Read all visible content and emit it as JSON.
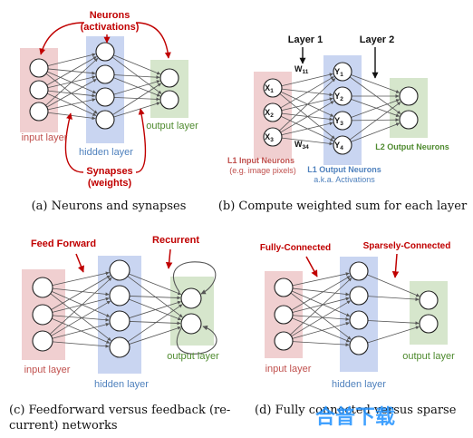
{
  "colors": {
    "input_fill": "#f0cfd0",
    "hidden_fill": "#c9d5f1",
    "output_fill": "#d6e6cc",
    "input_text": "#c0504d",
    "hidden_text": "#4f81bd",
    "output_text": "#4e8a2e",
    "annotation": "#c00000",
    "edge": "#555555"
  },
  "panel_a": {
    "neurons_label_line1": "Neurons",
    "neurons_label_line2": "(activations)",
    "synapses_label_line1": "Synapses",
    "synapses_label_line2": "(weights)",
    "input_layer": "input layer",
    "hidden_layer": "hidden layer",
    "output_layer": "output layer",
    "caption": "(a) Neurons and synapses"
  },
  "panel_b": {
    "layer1": "Layer 1",
    "layer2": "Layer 2",
    "w11": "W",
    "w11_sub": "11",
    "w34": "W",
    "w34_sub": "34",
    "x_nodes": [
      {
        "base": "X",
        "sub": "1"
      },
      {
        "base": "X",
        "sub": "2"
      },
      {
        "base": "X",
        "sub": "3"
      }
    ],
    "y_nodes": [
      {
        "base": "Y",
        "sub": "1"
      },
      {
        "base": "Y",
        "sub": "2"
      },
      {
        "base": "Y",
        "sub": "3"
      },
      {
        "base": "Y",
        "sub": "4"
      }
    ],
    "l1_input_line1": "L1 Input Neurons",
    "l1_input_line2": "(e.g. image pixels)",
    "l1_output_line1": "L1 Output Neurons",
    "l1_output_line2": "a.k.a. Activations",
    "l2_output": "L2 Output Neurons",
    "caption": "(b) Compute weighted sum for each layer"
  },
  "panel_c": {
    "feed_forward": "Feed Forward",
    "recurrent": "Recurrent",
    "input_layer": "input layer",
    "hidden_layer": "hidden layer",
    "output_layer": "output layer",
    "caption_line1": "(c) Feedforward versus feedback (re-",
    "caption_line2": "current) networks"
  },
  "panel_d": {
    "fully_connected": "Fully-Connected",
    "sparsely_connected": "Sparsely-Connected",
    "input_layer": "input layer",
    "hidden_layer": "hidden layer",
    "output_layer": "output layer",
    "caption": "(d) Fully connected versus sparse"
  },
  "watermark": "合普下载"
}
